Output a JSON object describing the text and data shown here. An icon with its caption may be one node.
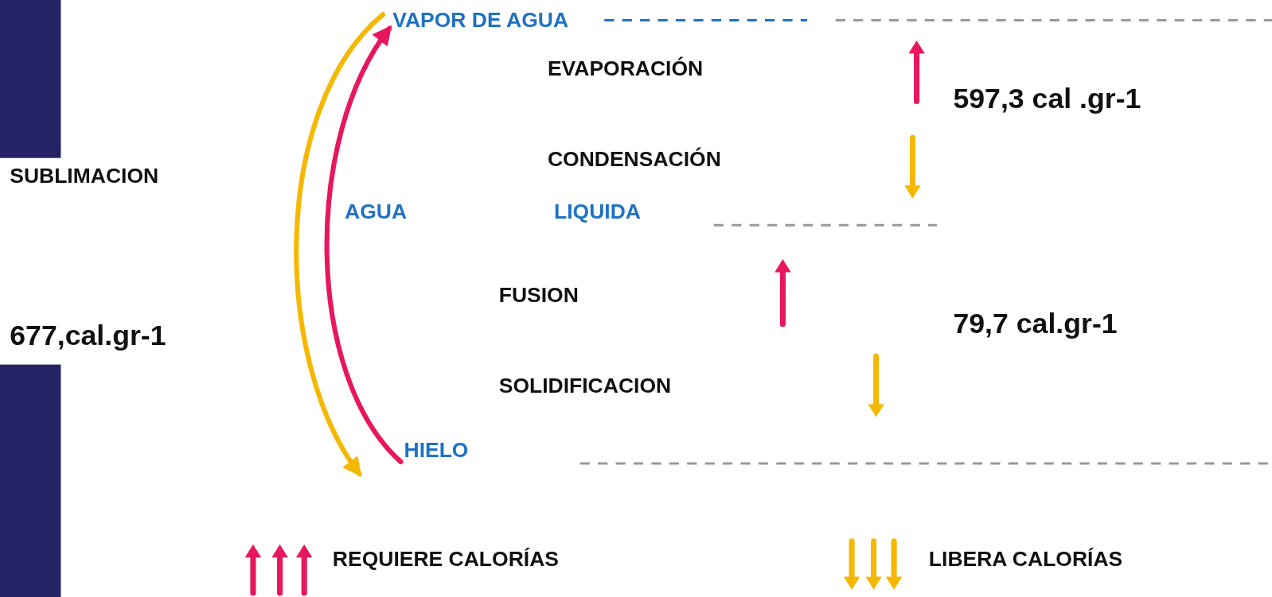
{
  "diagram": {
    "nodes": [
      {
        "text": [
          "VAPOR DE AGUA"
        ]
      },
      {
        "text": [
          "HIELO"
        ]
      }
    ],
    "edges": [
      {
        "from": 1,
        "to": 0,
        "arrow": "to",
        "color": "#e8175d"
      },
      {
        "from": 0,
        "to": 1,
        "arrow": "to",
        "color": "#f5b800"
      }
    ],
    "labels": [
      "EVAPORACIÓN",
      "597,3  cal .gr-1",
      "CONDENSACIÓN",
      "SUBLIMACION",
      "AGUA",
      "LIQUIDA",
      "FUSION",
      "677,cal.gr-1",
      "79,7 cal.gr-1",
      "SOLIDIFICACION"
    ],
    "legend": [
      {
        "text": "REQUIERE CALORÍAS"
      },
      {
        "text": "LIBERA CALORÍAS"
      }
    ]
  }
}
